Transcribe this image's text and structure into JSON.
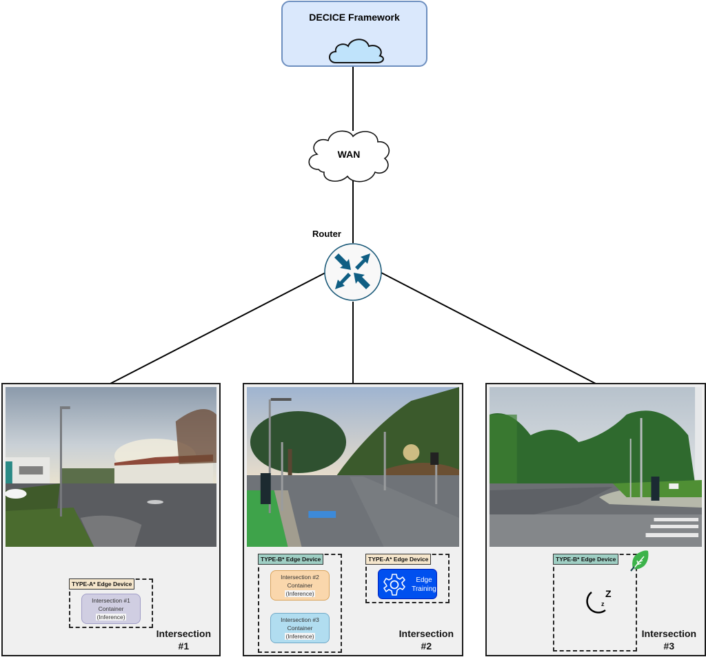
{
  "framework": {
    "title": "DECICE Framework",
    "icon": "cloud-icon"
  },
  "wan": {
    "label": "WAN",
    "icon": "cloud-outline-icon"
  },
  "router": {
    "label": "Router",
    "icon": "router-arrows-icon",
    "color": "#0f5e83"
  },
  "colors": {
    "framework_fill": "#dae8fc",
    "framework_stroke": "#6c8ebf",
    "type_a_badge": "#f5e6cc",
    "type_b_badge": "#9fcfc4",
    "container_purple": "#d0cee2",
    "container_orange": "#fad7ac",
    "container_blue": "#b1ddf0",
    "edge_training": "#0050ef",
    "leaf_green": "#3cb34a"
  },
  "intersections": [
    {
      "title_line1": "Intersection",
      "title_line2": "#1",
      "photo": "street-photo-cloudy-parking-lot",
      "devices": [
        {
          "badge": "TYPE-A* Edge Device",
          "containers": [
            {
              "line1": "Intersection #1",
              "line2": "Container",
              "line3": "(Inference)"
            }
          ]
        }
      ]
    },
    {
      "title_line1": "Intersection",
      "title_line2": "#2",
      "photo": "street-photo-tree-lined-road",
      "devices": [
        {
          "badge": "TYPE-B* Edge Device",
          "containers": [
            {
              "line1": "Intersection #2",
              "line2": "Container",
              "line3": "(Inference)"
            },
            {
              "line1": "Intersection #3",
              "line2": "Container",
              "line3": "(Inference)"
            }
          ]
        },
        {
          "badge": "TYPE-A* Edge Device",
          "training": {
            "line1": "Edge",
            "line2": "Training",
            "icon": "gear-icon"
          }
        }
      ]
    },
    {
      "title_line1": "Intersection",
      "title_line2": "#3",
      "photo": "street-photo-pine-trees-crosswalk",
      "devices": [
        {
          "badge": "TYPE-B* Edge Device",
          "status_icon": "sleep-moon-icon",
          "sleep_big": "Z",
          "sleep_small": "z",
          "eco_icon": "leaf-icon"
        }
      ]
    }
  ]
}
